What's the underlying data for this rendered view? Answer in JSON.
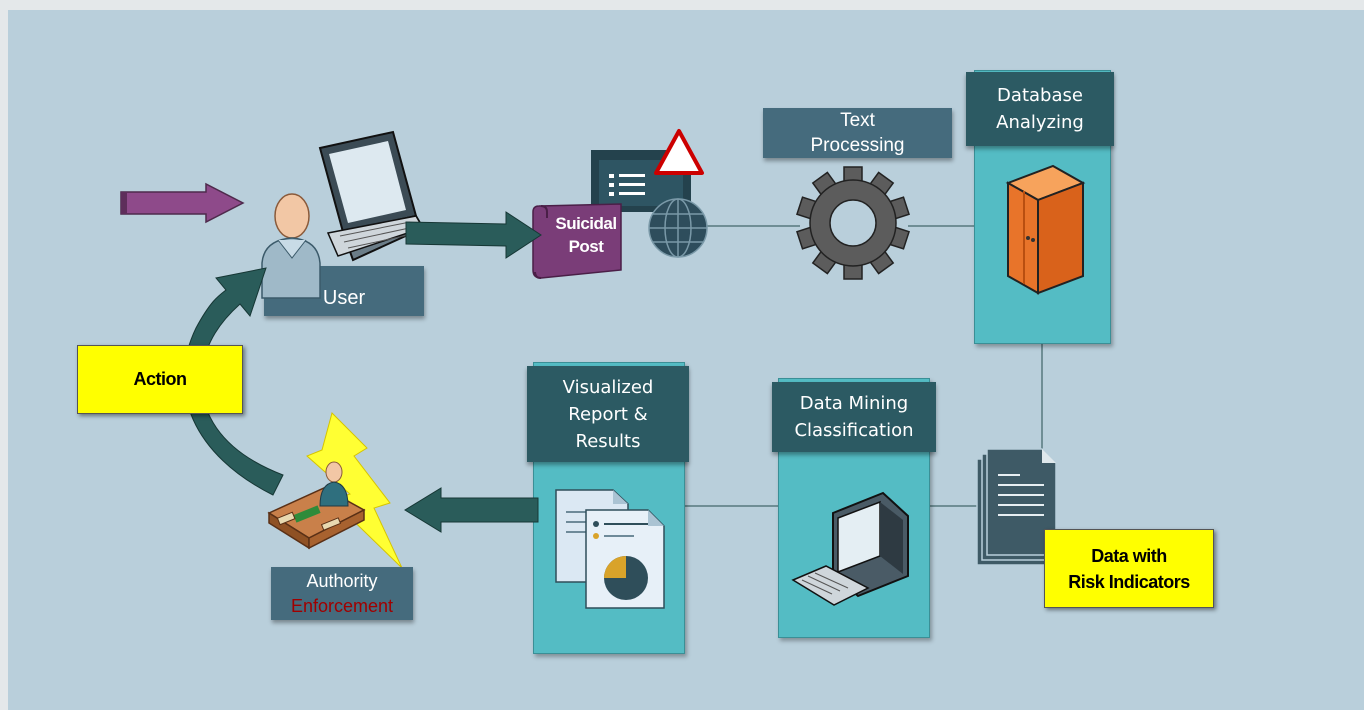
{
  "nodes": {
    "user": {
      "label": "User"
    },
    "suicidal_post": {
      "line1": "Suicidal",
      "line2": "Post"
    },
    "text_processing": {
      "line1": "Text",
      "line2": "Processing"
    },
    "database_analyzing": {
      "line1": "Database",
      "line2": "Analyzing"
    },
    "data_risk": {
      "line1": "Data with",
      "line2": "Risk Indicators"
    },
    "data_mining": {
      "line1": "Data Mining",
      "line2": "Classification"
    },
    "visualized_report": {
      "line1": "Visualized",
      "line2": "Report &",
      "line3": "Results"
    },
    "authority": {
      "line1": "Authority",
      "line2": "Enforcement"
    },
    "action": {
      "label": "Action"
    }
  },
  "colors": {
    "background": "#b9cfdb",
    "header_teal": "#2c5a63",
    "panel_teal": "#54bcc4",
    "slab": "#456b7d",
    "arrow_dark": "#2a5c5a",
    "arrow_purple": "#8e4a8a",
    "highlight_yellow": "#ffff00",
    "enforcement_red": "#8b0000"
  }
}
